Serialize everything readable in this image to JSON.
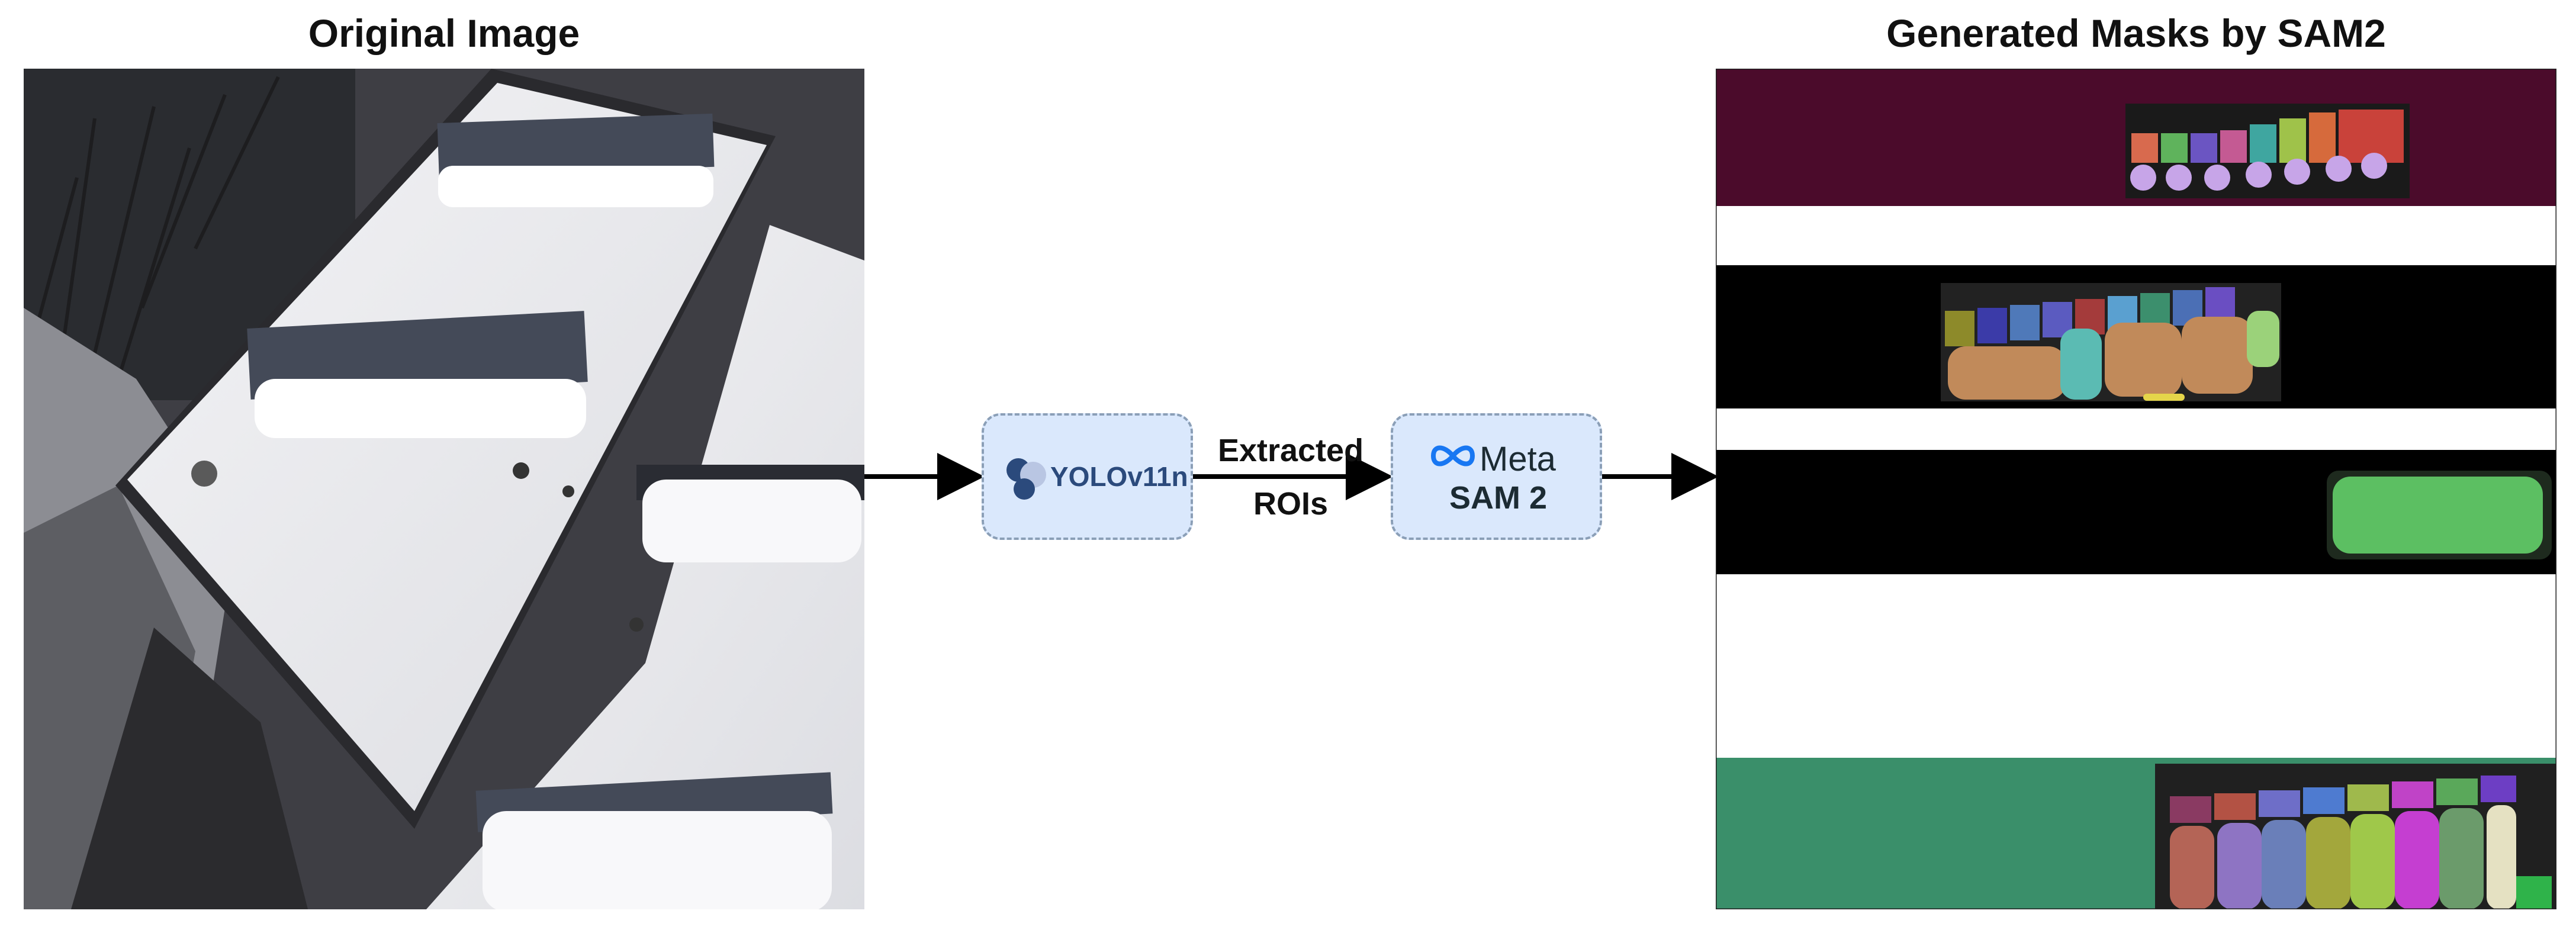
{
  "figure": {
    "left_title": "Original Image",
    "right_title": "Generated Masks by SAM2"
  },
  "nodes": {
    "yolo": {
      "label": "YOLOv11n",
      "icon": "yolo-logo-icon",
      "color": "#2b4a7c"
    },
    "sam": {
      "brand": "Meta",
      "label": "SAM 2",
      "icon": "meta-infinity-logo-icon",
      "brand_color": "#1877f2"
    }
  },
  "edges": {
    "yolo_to_sam_line1": "Extracted",
    "yolo_to_sam_line2": "ROIs"
  },
  "colors": {
    "node_fill": "#dae8fc",
    "node_border": "#8b9fb7",
    "arrow": "#000000",
    "mask_band_1_bg": "#4b0b2b",
    "mask_band_5_bg": "#3a8f6a"
  }
}
